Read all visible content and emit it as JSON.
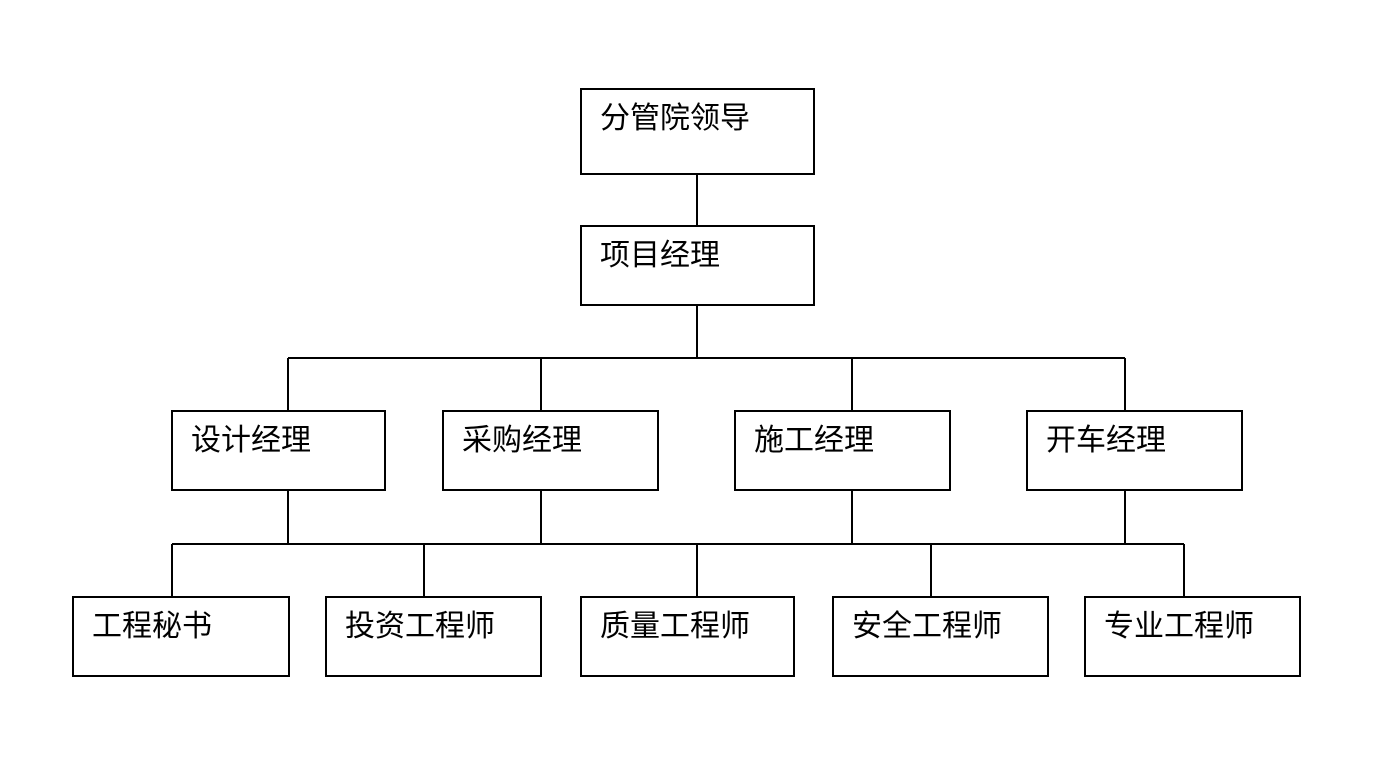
{
  "org_chart": {
    "leader": "分管院领导",
    "project_manager": "项目经理",
    "managers": [
      "设计经理",
      "采购经理",
      "施工经理",
      "开车经理"
    ],
    "staff": [
      "工程秘书",
      "投资工程师",
      "质量工程师",
      "安全工程师",
      "专业工程师"
    ]
  },
  "colors": {
    "line": "#000000",
    "box_border": "#000000",
    "box_fill": "#ffffff",
    "text": "#000000"
  }
}
